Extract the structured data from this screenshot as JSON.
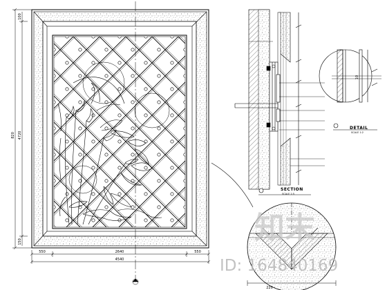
{
  "dimensions": {
    "left_outer": "820",
    "left_inner": "4720",
    "left_top": "100",
    "left_bottom": "150",
    "bottom_left": "550",
    "bottom_center": "2640",
    "bottom_right": "550",
    "bottom_total": "4540",
    "detail_bottom": "220",
    "detail_dim": "10"
  },
  "labels": {
    "section_title": "SECTION",
    "section_scale": "SCALE 1:5",
    "detail_title": "DETAIL",
    "detail_scale": "SCALE 1:2"
  },
  "watermark": {
    "logo": "知末",
    "id": "ID: 164840169"
  }
}
